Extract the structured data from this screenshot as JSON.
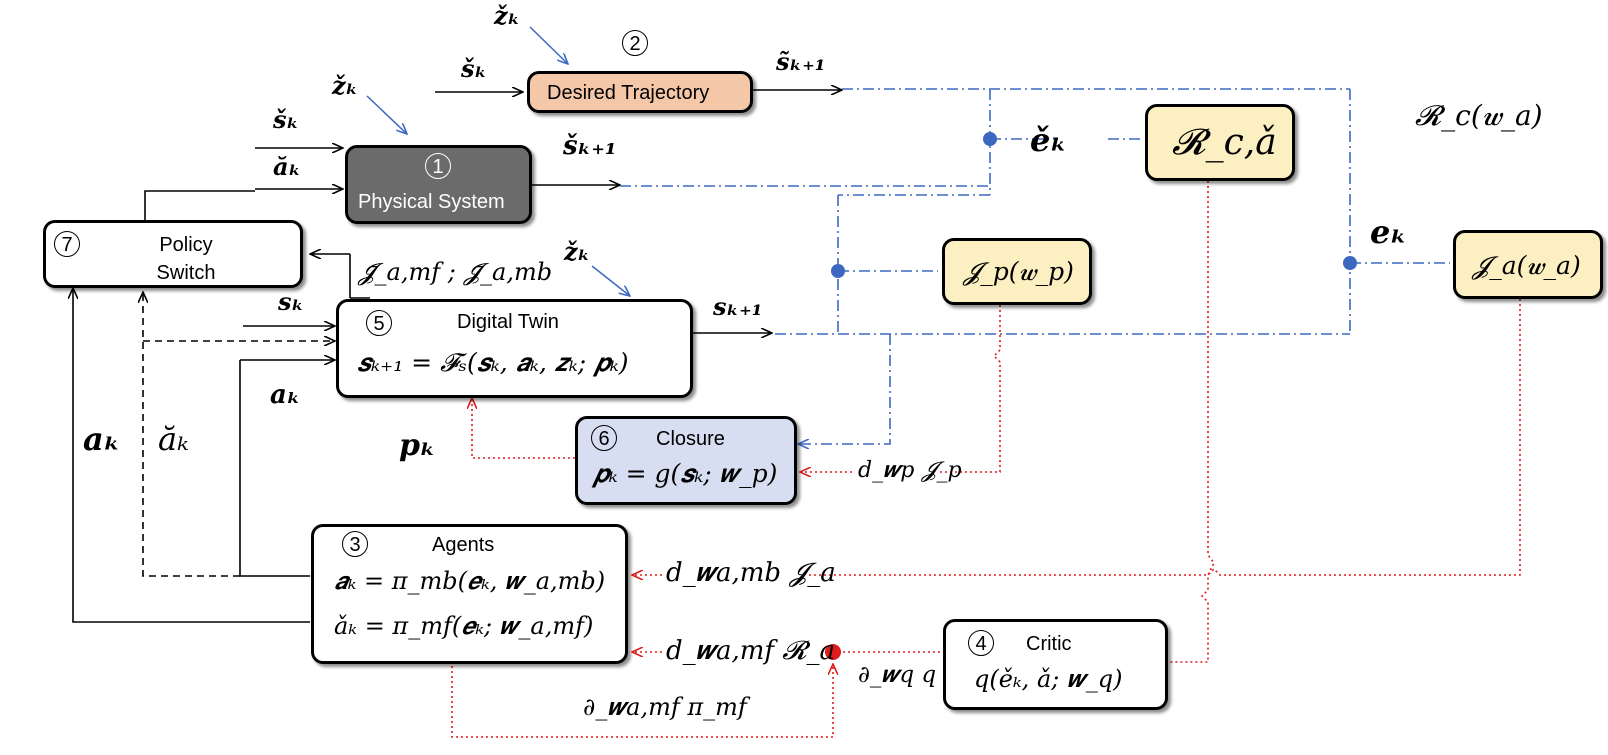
{
  "colors": {
    "physical_fill": "#6b6b6b",
    "trajectory_fill": "#f4c7a8",
    "objective_fill": "#fcf0c2",
    "closure_fill": "#d7def2",
    "signal_blue": "#3d68c2",
    "gradient_red": "#e01b1b"
  },
  "blocks": {
    "physical": {
      "num": "1",
      "title": "Physical System"
    },
    "trajectory": {
      "num": "2",
      "title": "Desired Trajectory"
    },
    "agents": {
      "num": "3",
      "title": "Agents",
      "eq1": "𝒂ₖ = π_mb(𝒆ₖ, 𝒘_a,mb)",
      "eq2": "ǎₖ = π_mf(𝒆ₖ; 𝒘_a,mf)"
    },
    "critic": {
      "num": "4",
      "title": "Critic",
      "eq": "q(ěₖ, ǎ; 𝒘_q)"
    },
    "twin": {
      "num": "5",
      "title": "Digital Twin",
      "eq": "𝒔ₖ₊₁ = 𝓕ₛ(𝒔ₖ, 𝒂ₖ, 𝒛ₖ; 𝒑ₖ)"
    },
    "closure": {
      "num": "6",
      "title": "Closure",
      "eq": "𝒑ₖ = g(𝒔ₖ; 𝒘_p)"
    },
    "policy": {
      "num": "7",
      "title": "Policy\nSwitch"
    },
    "Rca": {
      "label": "𝓡_c,ǎ"
    },
    "Jp": {
      "label": "𝓙_p(𝒘_p)"
    },
    "Ja": {
      "label": "𝓙_a(𝒘_a)"
    }
  },
  "labels": {
    "zk_top": "žₖ",
    "sk_traj": "šₖ",
    "sk1_traj": "s̃ₖ₊₁",
    "zk_phys": "žₖ",
    "sk_phys": "šₖ",
    "ak_phys": "ăₖ",
    "sk1_phys": "šₖ₊₁",
    "ek_check": "ěₖ",
    "Rc_wa": "𝓡_c(𝒘_a)",
    "ek": "𝒆ₖ",
    "J_bar": "𝓙̄_a,mf ; 𝓙̄_a,mb",
    "zk_twin": "žₖ",
    "sk_twin": "𝒔ₖ",
    "sk1_twin": "𝒔ₖ₊₁",
    "ak_twin": "𝒂ₖ",
    "ak_left": "𝒂ₖ",
    "ak_breve": "ăₖ",
    "pk": "𝒑ₖ",
    "dJp": "d_𝒘p 𝓙_p",
    "dJa": "d_𝒘a,mb 𝓙_a",
    "dRa": "d_𝒘a,mf 𝓡_a",
    "dq": "∂_𝒘q q",
    "dpi": "∂_𝒘a,mf π_mf"
  }
}
